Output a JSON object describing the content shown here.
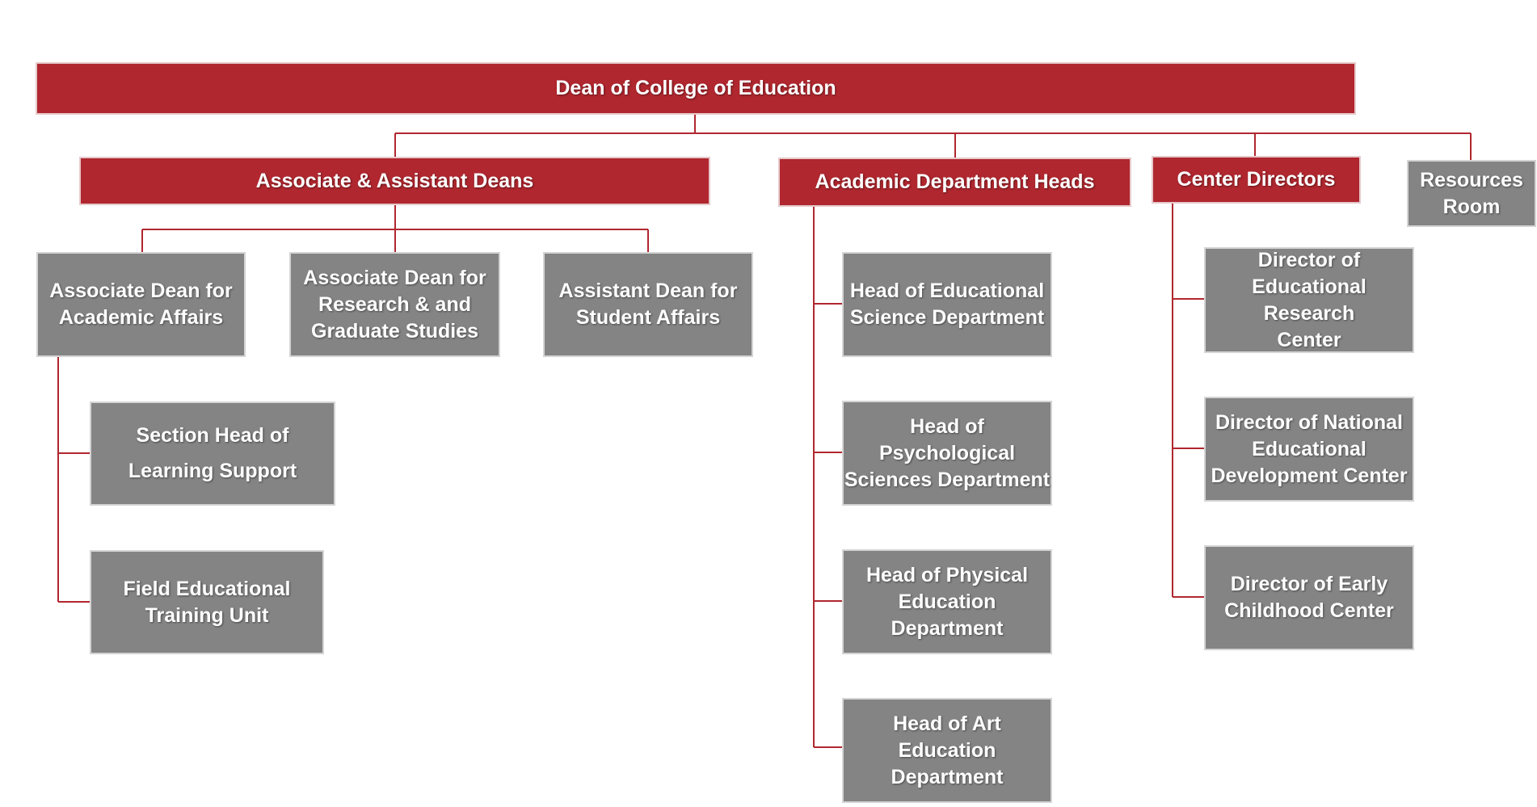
{
  "colors": {
    "leader": "#b0272f",
    "unit": "#848484",
    "connector": "#b0272f"
  },
  "dean": "Dean of College of Education",
  "branches": {
    "deans": "Associate & Assistant Deans",
    "departments": "Academic Department Heads",
    "centers": "Center Directors",
    "resources": "Resources\nRoom"
  },
  "deans": {
    "academic": "Associate Dean for\nAcademic Affairs",
    "research": "Associate Dean for\nResearch & and\nGraduate Studies",
    "student": "Assistant Dean for\nStudent Affairs",
    "learning_support": "Section Head of\nLearning Support",
    "field_training": "Field  Educational\nTraining Unit"
  },
  "departments": {
    "educational_science": "Head of Educational\nScience Department",
    "psychological": "Head of Psychological\nSciences Department",
    "physical": "Head of Physical\nEducation\nDepartment",
    "art": "Head of Art\nEducation\nDepartment"
  },
  "centers": {
    "research": "Director of\nEducational Research\nCenter",
    "national": "Director of National\nEducational\nDevelopment Center",
    "early": "Director of Early\nChildhood Center"
  }
}
